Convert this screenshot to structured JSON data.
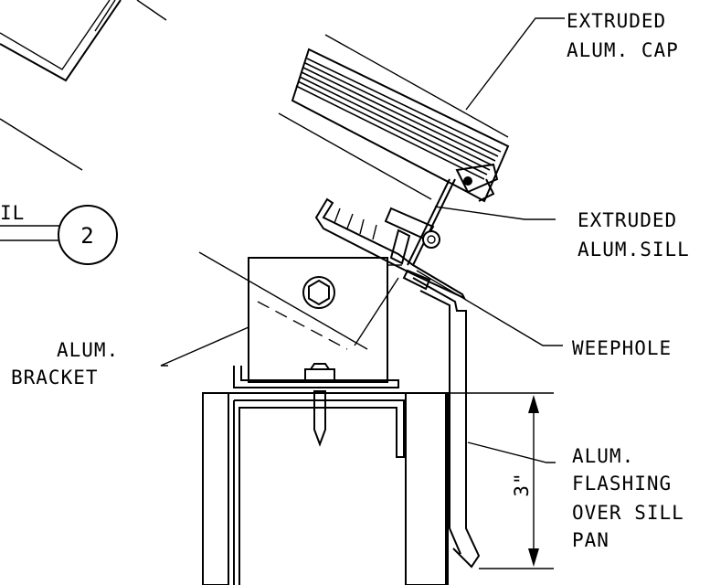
{
  "callouts": {
    "cap_line1": "EXTRUDED",
    "cap_line2": "ALUM. CAP",
    "sill_line1": "EXTRUDED",
    "sill_line2": "ALUM.SILL",
    "weephole": "WEEPHOLE",
    "bracket_line1": "ALUM.",
    "bracket_line2": "BRACKET",
    "flashing_line1": "ALUM.",
    "flashing_line2": "FLASHING",
    "flashing_line3": "OVER SILL",
    "flashing_line4": "PAN"
  },
  "detail": {
    "number": "2",
    "label_fragment": "IL"
  },
  "dimension": {
    "value": "3\""
  }
}
